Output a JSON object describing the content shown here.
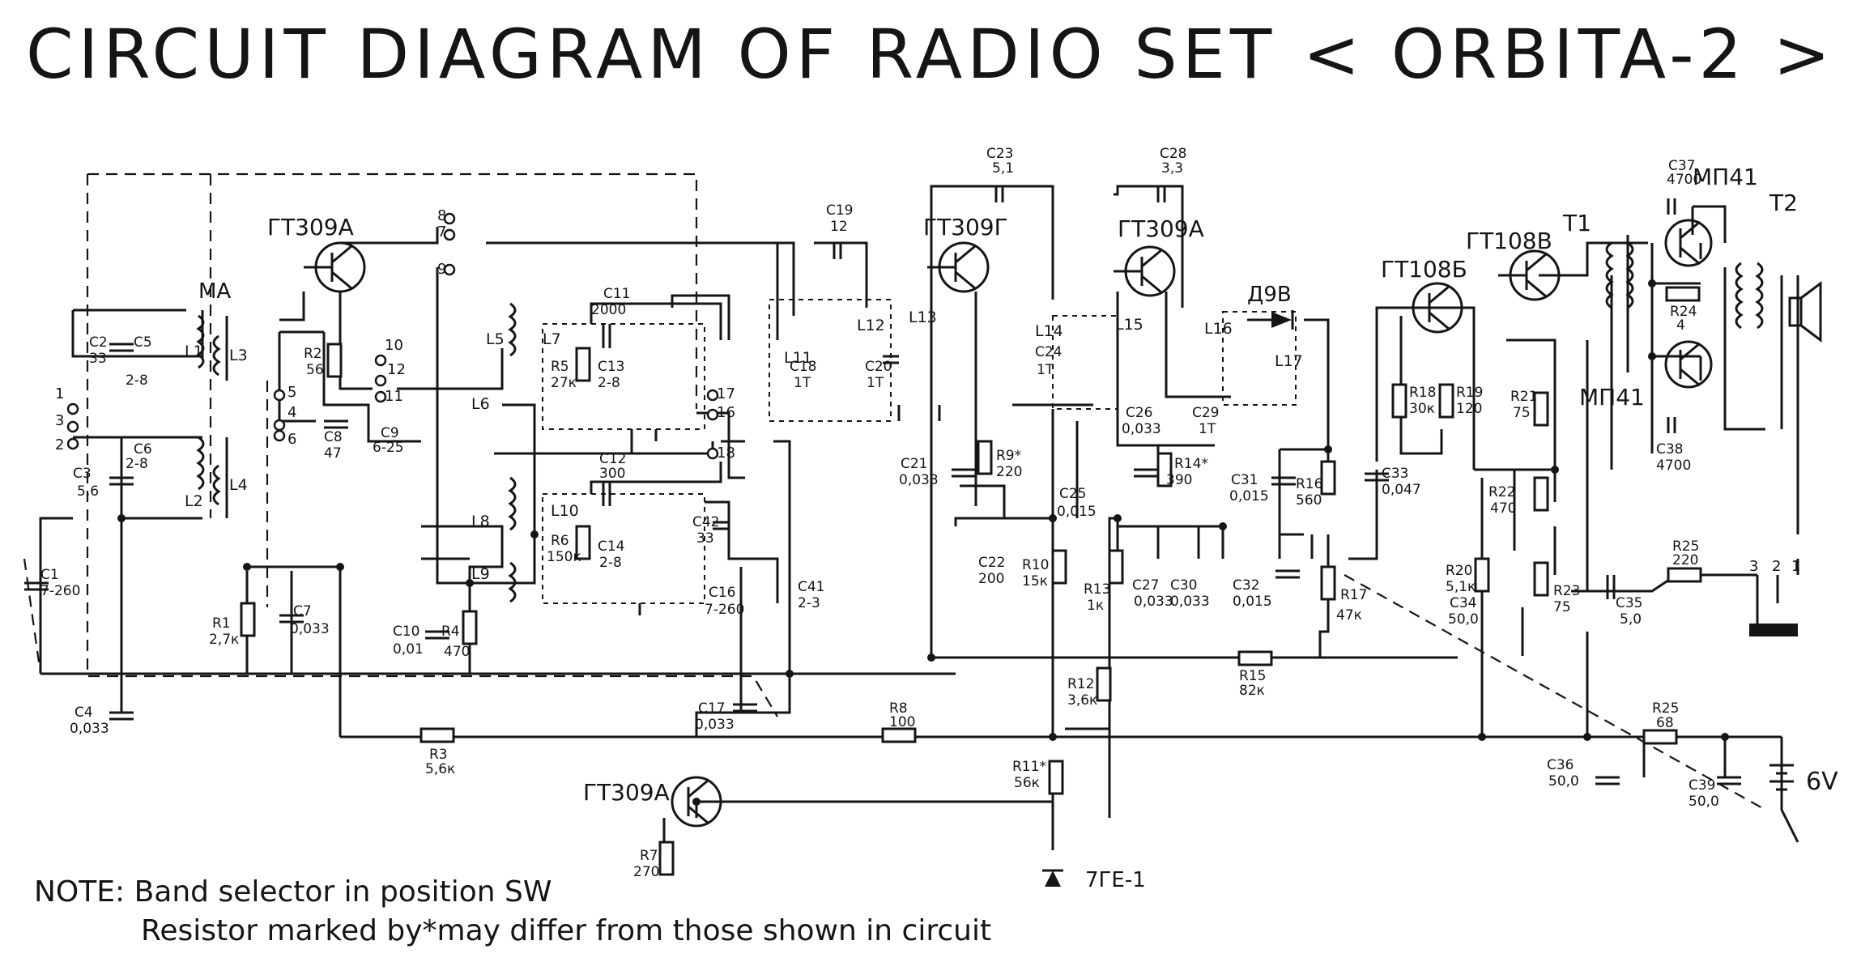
{
  "title": "CIRCUIT DIAGRAM OF RADIO SET < ORBITA-2 >",
  "note": {
    "line1": "NOTE: Band selector in position SW",
    "line2": "Resistor marked by*may differ from those shown in circuit"
  },
  "blocks": {
    "antenna": "MA",
    "supply": "6V"
  },
  "transistors": [
    {
      "id": "q1",
      "type": "ГТ309А"
    },
    {
      "id": "q2",
      "type": "ГТ309Г"
    },
    {
      "id": "q3",
      "type": "ГТ309А"
    },
    {
      "id": "q4",
      "type": "ГТ108Б"
    },
    {
      "id": "q5",
      "type": "ГТ108В"
    },
    {
      "id": "q6",
      "type": "МП41"
    },
    {
      "id": "q7",
      "type": "МП41"
    },
    {
      "id": "q8",
      "type": "ГТ309А"
    }
  ],
  "diodes": [
    {
      "id": "d1",
      "type": "Д9В"
    },
    {
      "id": "d2",
      "type": "7ГЕ-1"
    }
  ],
  "transformers": [
    {
      "id": "t1",
      "label": "T1"
    },
    {
      "id": "t2",
      "label": "T2"
    }
  ],
  "coils": [
    {
      "id": "L1",
      "label": "L1"
    },
    {
      "id": "L2",
      "label": "L2"
    },
    {
      "id": "L3",
      "label": "L3"
    },
    {
      "id": "L4",
      "label": "L4"
    },
    {
      "id": "L5",
      "label": "L5"
    },
    {
      "id": "L6",
      "label": "L6"
    },
    {
      "id": "L7",
      "label": "L7"
    },
    {
      "id": "L8",
      "label": "L8"
    },
    {
      "id": "L9",
      "label": "L9"
    },
    {
      "id": "L10",
      "label": "L10"
    },
    {
      "id": "L11",
      "label": "L11"
    },
    {
      "id": "L12",
      "label": "L12"
    },
    {
      "id": "L13",
      "label": "L13"
    },
    {
      "id": "L14",
      "label": "L14"
    },
    {
      "id": "L15",
      "label": "L15"
    },
    {
      "id": "L16",
      "label": "L16"
    },
    {
      "id": "L17",
      "label": "L17"
    }
  ],
  "resistors": [
    {
      "id": "R1",
      "label": "R1",
      "value": "2,7к"
    },
    {
      "id": "R2",
      "label": "R2",
      "value": "56"
    },
    {
      "id": "R3",
      "label": "R3",
      "value": "5,6к"
    },
    {
      "id": "R4",
      "label": "R4",
      "value": "470"
    },
    {
      "id": "R5",
      "label": "R5",
      "value": "27к"
    },
    {
      "id": "R6",
      "label": "R6",
      "value": "150к"
    },
    {
      "id": "R7",
      "label": "R7",
      "value": "270"
    },
    {
      "id": "R8",
      "label": "R8",
      "value": "100"
    },
    {
      "id": "R9",
      "label": "R9*",
      "value": "220"
    },
    {
      "id": "R10",
      "label": "R10",
      "value": "15к"
    },
    {
      "id": "R11",
      "label": "R11*",
      "value": "56к"
    },
    {
      "id": "R12",
      "label": "R12",
      "value": "3,6к"
    },
    {
      "id": "R13",
      "label": "R13",
      "value": "1к"
    },
    {
      "id": "R14",
      "label": "R14*",
      "value": "390"
    },
    {
      "id": "R15",
      "label": "R15",
      "value": "82к"
    },
    {
      "id": "R16",
      "label": "R16",
      "value": "560"
    },
    {
      "id": "R17",
      "label": "R17",
      "value": "47к"
    },
    {
      "id": "R18",
      "label": "R18",
      "value": "30к"
    },
    {
      "id": "R19",
      "label": "R19",
      "value": "120"
    },
    {
      "id": "R20",
      "label": "R20",
      "value": "5,1к"
    },
    {
      "id": "R21",
      "label": "R21",
      "value": "75"
    },
    {
      "id": "R22",
      "label": "R22",
      "value": "470"
    },
    {
      "id": "R23",
      "label": "R23",
      "value": "75"
    },
    {
      "id": "R24",
      "label": "R24",
      "value": "4"
    },
    {
      "id": "R25a",
      "label": "R25",
      "value": "220"
    },
    {
      "id": "R25b",
      "label": "R25",
      "value": "68"
    }
  ],
  "capacitors": [
    {
      "id": "C1",
      "label": "C1",
      "value": "7-260"
    },
    {
      "id": "C2",
      "label": "C2",
      "value": "33"
    },
    {
      "id": "C3",
      "label": "C3",
      "value": "5,6"
    },
    {
      "id": "C4",
      "label": "C4",
      "value": "0,033"
    },
    {
      "id": "C5",
      "label": "C5",
      "value": "2-8"
    },
    {
      "id": "C6",
      "label": "C6",
      "value": "2-8"
    },
    {
      "id": "C7",
      "label": "C7",
      "value": "0,033"
    },
    {
      "id": "C8",
      "label": "C8",
      "value": "47"
    },
    {
      "id": "C9",
      "label": "C9",
      "value": "6-25"
    },
    {
      "id": "C10",
      "label": "C10",
      "value": "0,01"
    },
    {
      "id": "C11",
      "label": "C11",
      "value": "2000"
    },
    {
      "id": "C12",
      "label": "C12",
      "value": "300"
    },
    {
      "id": "C13",
      "label": "C13",
      "value": "2-8"
    },
    {
      "id": "C14",
      "label": "C14",
      "value": "2-8"
    },
    {
      "id": "C16",
      "label": "C16",
      "value": "7-260"
    },
    {
      "id": "C17",
      "label": "C17",
      "value": "0,033"
    },
    {
      "id": "C18",
      "label": "C18",
      "value": "1T"
    },
    {
      "id": "C19",
      "label": "C19",
      "value": "12"
    },
    {
      "id": "C20",
      "label": "C20",
      "value": "1T"
    },
    {
      "id": "C21",
      "label": "C21",
      "value": "0,033"
    },
    {
      "id": "C22",
      "label": "C22",
      "value": "200"
    },
    {
      "id": "C23",
      "label": "C23",
      "value": "5,1"
    },
    {
      "id": "C24",
      "label": "C24",
      "value": "1T"
    },
    {
      "id": "C25",
      "label": "C25",
      "value": "0,015"
    },
    {
      "id": "C26",
      "label": "C26",
      "value": "0,033"
    },
    {
      "id": "C27",
      "label": "C27",
      "value": "0,033"
    },
    {
      "id": "C28",
      "label": "C28",
      "value": "3,3"
    },
    {
      "id": "C29",
      "label": "C29",
      "value": "1T"
    },
    {
      "id": "C30",
      "label": "C30",
      "value": "0,033"
    },
    {
      "id": "C31",
      "label": "C31",
      "value": "0,015"
    },
    {
      "id": "C32",
      "label": "C32",
      "value": "0,015"
    },
    {
      "id": "C33",
      "label": "C33",
      "value": "0,047"
    },
    {
      "id": "C34",
      "label": "C34",
      "value": "50,0"
    },
    {
      "id": "C35",
      "label": "C35",
      "value": "5,0"
    },
    {
      "id": "C36",
      "label": "C36",
      "value": "50,0"
    },
    {
      "id": "C37",
      "label": "C37",
      "value": "4700"
    },
    {
      "id": "C38",
      "label": "C38",
      "value": "4700"
    },
    {
      "id": "C39",
      "label": "C39",
      "value": "50,0"
    },
    {
      "id": "C41",
      "label": "C41",
      "value": "2-3"
    },
    {
      "id": "C42",
      "label": "C42",
      "value": "33"
    }
  ],
  "switch_pins": [
    "1",
    "2",
    "3",
    "4",
    "5",
    "6",
    "7",
    "8",
    "9",
    "10",
    "11",
    "12",
    "16",
    "17",
    "18"
  ],
  "jack_pins": [
    "3",
    "2",
    "1"
  ]
}
